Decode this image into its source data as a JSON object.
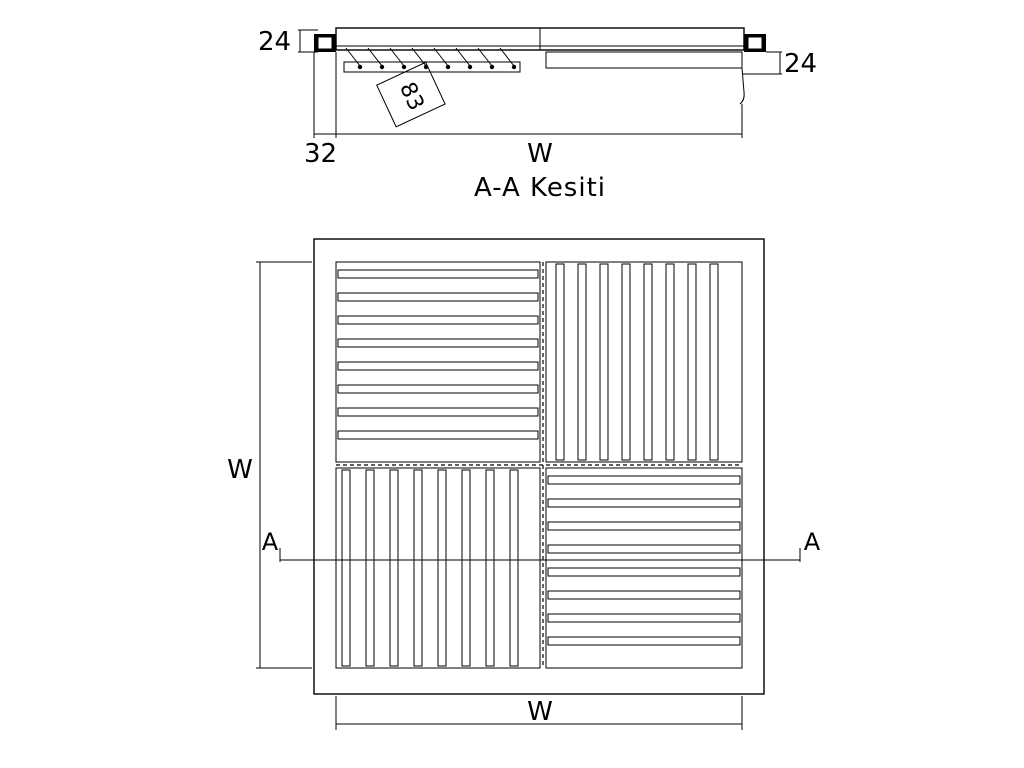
{
  "section": {
    "title": "A-A Kesiti",
    "dim_top_left": "24",
    "dim_right": "24",
    "dim_blade": "83",
    "dim_bottom_left": "32",
    "dim_width": "W"
  },
  "plan": {
    "dim_width_bottom": "W",
    "dim_height_left": "W",
    "section_mark_left": "A",
    "section_mark_right": "A"
  }
}
